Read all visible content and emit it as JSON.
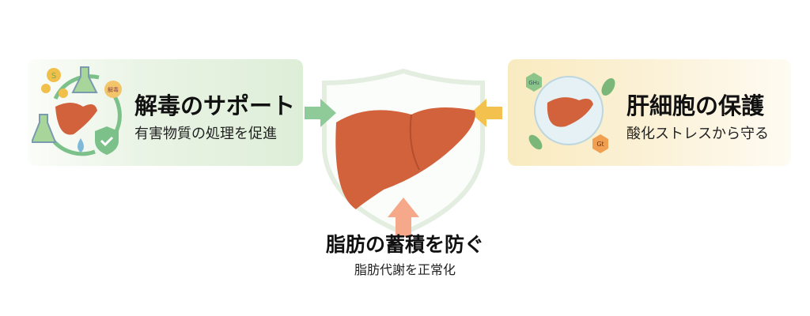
{
  "left_card": {
    "title": "解毒のサポート",
    "subtitle": "有害物質の処理を促進",
    "icon_labels": {
      "sulfur": "S",
      "detox": "解毒"
    }
  },
  "right_card": {
    "title": "肝細胞の保護",
    "subtitle": "酸化ストレスから守る",
    "icon_labels": {
      "molecule_a": "GH₂",
      "molecule_b": "Gt"
    }
  },
  "bottom": {
    "title": "脂肪の蓄積を防ぐ",
    "subtitle": "脂肪代謝を正常化"
  },
  "colors": {
    "green": "#7cc08a",
    "yellow": "#f2c14e",
    "orange": "#f0906a",
    "liver": "#d2623c"
  }
}
